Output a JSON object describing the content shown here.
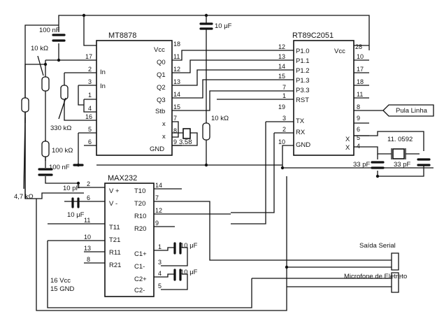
{
  "chips": {
    "mt8878": {
      "name": "MT8878",
      "pins": [
        {
          "num": "17",
          "label": "In"
        },
        {
          "num": "2",
          "label": ""
        },
        {
          "num": "3",
          "label": "In"
        },
        {
          "num": "1",
          "label": ""
        },
        {
          "num": "4",
          "label": ""
        },
        {
          "num": "16",
          "label": ""
        },
        {
          "num": "5",
          "label": ""
        },
        {
          "num": "6",
          "label": ""
        },
        {
          "num": "18",
          "label": "Vcc"
        },
        {
          "num": "11",
          "label": "Q0"
        },
        {
          "num": "12",
          "label": "Q1"
        },
        {
          "num": "13",
          "label": "Q2"
        },
        {
          "num": "14",
          "label": "Q3"
        },
        {
          "num": "15",
          "label": "Stb"
        },
        {
          "num": "7",
          "label": "x"
        },
        {
          "num": "8",
          "label": "x"
        },
        {
          "num": "9",
          "label": "GND"
        }
      ]
    },
    "rt89c2051": {
      "name": "RT89C2051",
      "pins": [
        {
          "num": "12",
          "label": "P1.0"
        },
        {
          "num": "13",
          "label": "P1.1"
        },
        {
          "num": "14",
          "label": "P1.2"
        },
        {
          "num": "15",
          "label": "P1.3"
        },
        {
          "num": "7",
          "label": "P3.3"
        },
        {
          "num": "1",
          "label": "RST"
        },
        {
          "num": "19",
          "label": ""
        },
        {
          "num": "3",
          "label": "TX"
        },
        {
          "num": "2",
          "label": "RX"
        },
        {
          "num": "10",
          "label": "GND"
        },
        {
          "num": "28",
          "label": "Vcc"
        },
        {
          "num": "10",
          "label": ""
        },
        {
          "num": "17",
          "label": ""
        },
        {
          "num": "18",
          "label": ""
        },
        {
          "num": "11",
          "label": ""
        },
        {
          "num": "8",
          "label": ""
        },
        {
          "num": "9",
          "label": ""
        },
        {
          "num": "6",
          "label": ""
        },
        {
          "num": "5",
          "label": "X"
        },
        {
          "num": "4",
          "label": "X"
        }
      ]
    },
    "max232": {
      "name": "MAX232",
      "pins": [
        {
          "num": "2",
          "label": "V +"
        },
        {
          "num": "6",
          "label": "V -"
        },
        {
          "num": "11",
          "label": "T11"
        },
        {
          "num": "10",
          "label": "T21"
        },
        {
          "num": "13",
          "label": "R11"
        },
        {
          "num": "8",
          "label": "R21"
        },
        {
          "num": "14",
          "label": "T10"
        },
        {
          "num": "7",
          "label": "T20"
        },
        {
          "num": "12",
          "label": "R10"
        },
        {
          "num": "9",
          "label": "R20"
        },
        {
          "num": "1",
          "label": "C1+"
        },
        {
          "num": "3",
          "label": "C1-"
        },
        {
          "num": "4",
          "label": "C2+"
        },
        {
          "num": "5",
          "label": "C2-"
        }
      ],
      "note_vcc": "16 Vcc",
      "note_gnd": "15 GND"
    }
  },
  "components": {
    "c_100nF_top": "100 nF",
    "r_10k_left": "10 kΩ",
    "r_330k": "330 kΩ",
    "r_100k": "100 kΩ",
    "c_100nF_low": "100 nF",
    "r_4k7": "4,7 kΩ",
    "c_10uF_top": "10 μF",
    "r_10k_mid": "10 kΩ",
    "crystal_358": "3.58",
    "crystal_110592": "11. 0592",
    "c_33pF_a": "33 pF",
    "c_33pF_b": "33 pF",
    "c_10uF_v1": "10 pF",
    "c_10uF_v2": "10 μF",
    "c_10uF_c1": "10 μF",
    "c_10uF_c2": "10 μF"
  },
  "labels": {
    "pula_linha": "Pula Linha",
    "saida_serial": "Saída Serial",
    "microfone": "Microfone de Eletreto"
  }
}
